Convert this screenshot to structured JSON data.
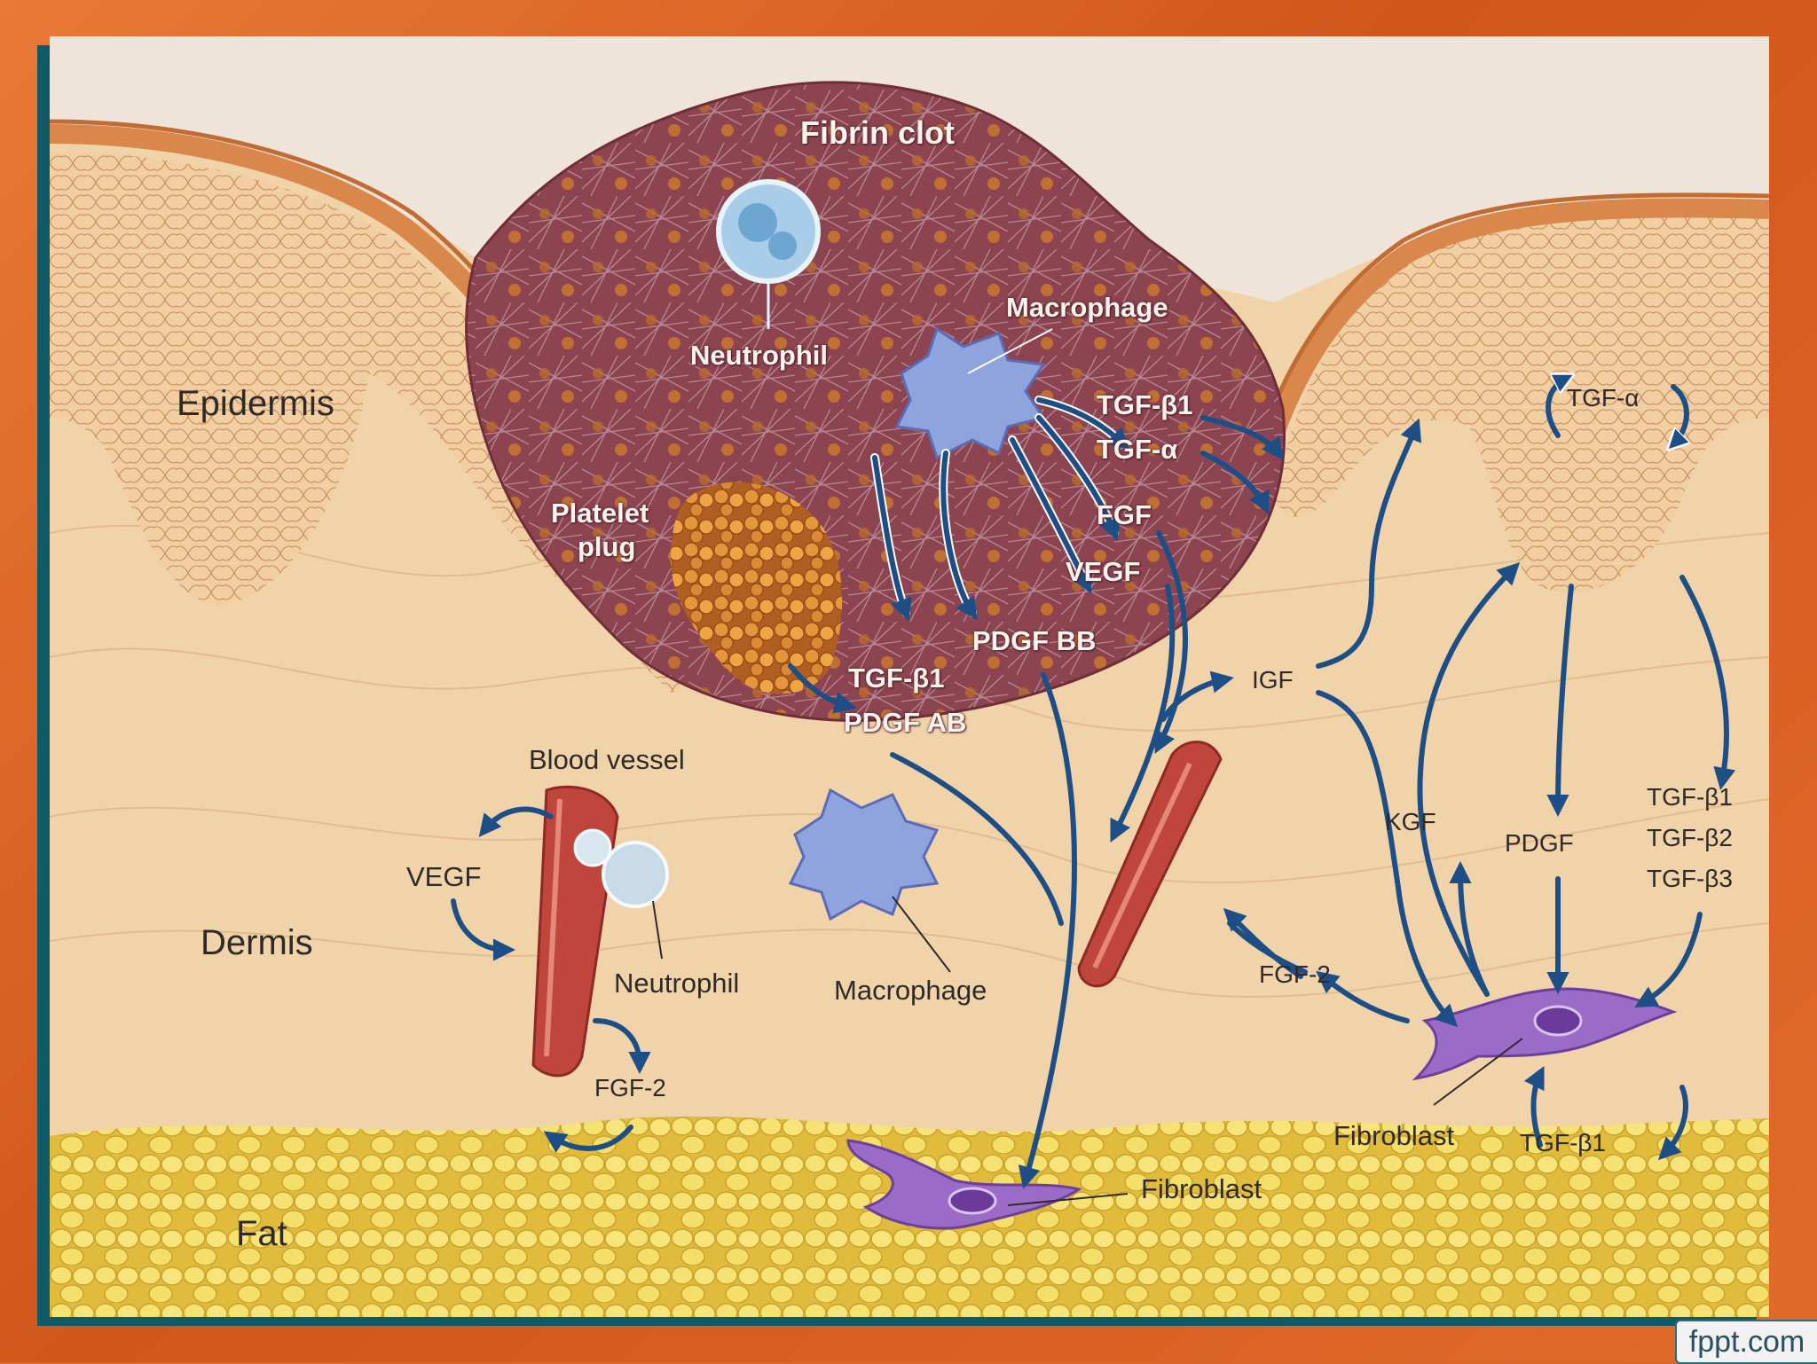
{
  "diagram": {
    "layers": {
      "epidermis": "Epidermis",
      "dermis": "Dermis",
      "fat": "Fat"
    },
    "wound": {
      "fibrin_clot": "Fibrin clot",
      "neutrophil": "Neutrophil",
      "macrophage": "Macrophage",
      "platelet_plug_line1": "Platelet",
      "platelet_plug_line2": "plug"
    },
    "macrophage_factors": {
      "tgf_b1": "TGF-β1",
      "tgf_a": "TGF-α",
      "fgf": "FGF",
      "vegf": "VEGF",
      "pdgf_bb": "PDGF BB"
    },
    "platelet_factors": {
      "tgf_b1": "TGF-β1",
      "pdgf_ab": "PDGF AB"
    },
    "dermis_labels": {
      "blood_vessel": "Blood vessel",
      "vegf": "VEGF",
      "neutrophil": "Neutrophil",
      "macrophage": "Macrophage",
      "fgf2_left": "FGF-2",
      "fibroblast_bottom": "Fibroblast"
    },
    "right_labels": {
      "igf": "IGF",
      "tgf_a": "TGF-α",
      "kgf": "KGF",
      "pdgf": "PDGF",
      "tgf_b1": "TGF-β1",
      "tgf_b2": "TGF-β2",
      "tgf_b3": "TGF-β3",
      "fgf2": "FGF-2",
      "fibroblast": "Fibroblast",
      "tgf_b1_auto": "TGF-β1"
    },
    "colors": {
      "arrow": "#1d4f86",
      "clot": "#8e4650",
      "fibroblast": "#8a5ab8",
      "fat": "#f2dc5c",
      "vessel": "#c0453c",
      "frame": "#e06b2a"
    }
  },
  "watermark": "fppt.com"
}
